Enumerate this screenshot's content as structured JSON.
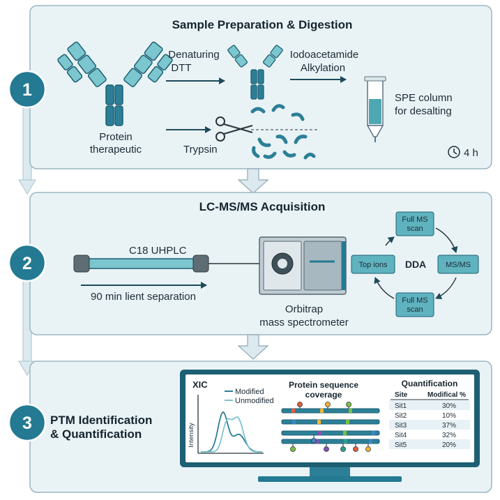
{
  "steps": [
    {
      "number": "1",
      "title": "Sample Preparation & Digestion",
      "protein_label_1": "Protein",
      "protein_label_2": "therapeutic",
      "denature_1": "Denaturing",
      "denature_2": "DTT",
      "alkyl_1": "Iodoacetamide",
      "alkyl_2": "Alkylation",
      "spe_1": "SPE column",
      "spe_2": "for desalting",
      "trypsin": "Trypsin",
      "time": "4 h"
    },
    {
      "number": "2",
      "title": "LC-MS/MS Acquisition",
      "column_label": "C18 UHPLC",
      "separation": "90 min lient separation",
      "ms_label_1": "Orbitrap",
      "ms_label_2": "mass spectrometer",
      "cycle": {
        "center": "DDA",
        "top": [
          "Full MS",
          "scan"
        ],
        "right": "MS/MS",
        "bottom": [
          "Full MS",
          "scan"
        ],
        "left": "Top ions"
      }
    },
    {
      "number": "3",
      "title_1": "PTM Identification",
      "title_2": "& Quantification",
      "xic": {
        "title": "XIC",
        "ylabel": "Intensity",
        "legend": [
          "Modified",
          "Unmodified"
        ],
        "series_colors": [
          "#2c7f96",
          "#7dc4cc"
        ]
      },
      "coverage": {
        "title_1": "Protein sequence",
        "title_2": "coverage"
      },
      "quant": {
        "title": "Quantification",
        "headers": [
          "Site",
          "Modifical %"
        ],
        "rows": [
          [
            "Sit1",
            "30%"
          ],
          [
            "Sit2",
            "10%"
          ],
          [
            "Sit3",
            "37%"
          ],
          [
            "Sit4",
            "32%"
          ],
          [
            "Sit5",
            "20%"
          ]
        ]
      }
    }
  ],
  "colors": {
    "panel_fill": "#e9f3f6",
    "panel_stroke": "#9bb6c2",
    "teal": "#237a92",
    "teal_dark": "#1d5f73",
    "teal_light": "#7cc6cf",
    "cycle_box": "#5fb3bf"
  }
}
